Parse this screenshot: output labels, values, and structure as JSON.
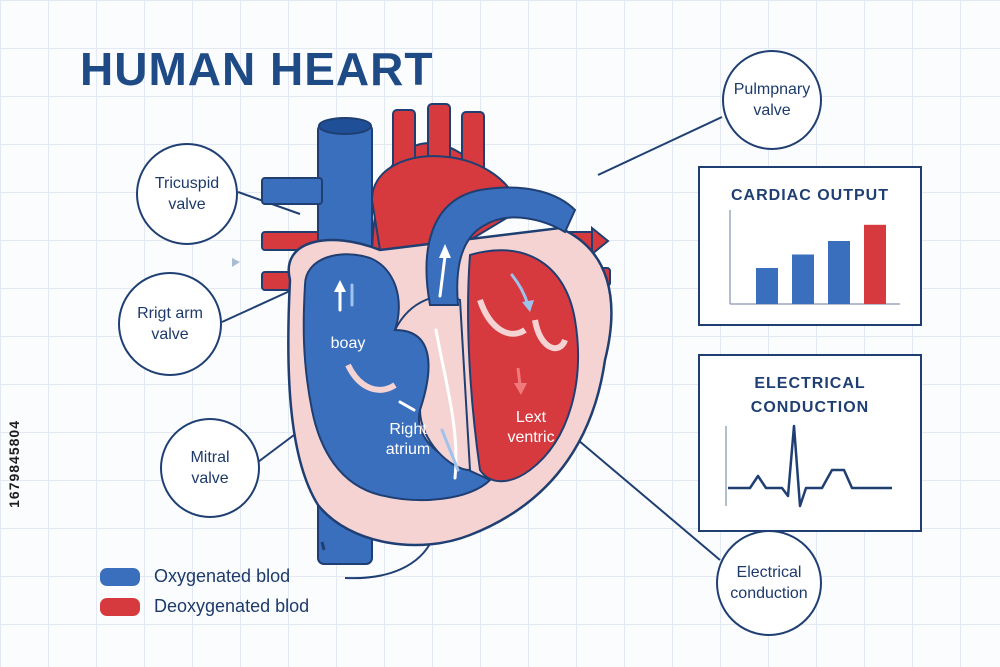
{
  "title": "HUMAN HEART",
  "callouts": {
    "tricuspid": "Tricuspid\nvalve",
    "right_arm": "Rrigt arm\nvalve",
    "mitral": "Mitral\nvalve",
    "pulmonary": "Pulmpnary\nvalve",
    "electrical": "Electrical\nconduction"
  },
  "heart_labels": {
    "body": "boay",
    "right_atrium": "Right\natrium",
    "left_ventricle": "Lext\nventric"
  },
  "cardiac_output": {
    "title": "CARDIAC OUTPUT",
    "chart_data": {
      "type": "bar",
      "categories": [
        "",
        "",
        "",
        ""
      ],
      "values": [
        40,
        55,
        70,
        88
      ],
      "colors": [
        "#3a6fbd",
        "#3a6fbd",
        "#3a6fbd",
        "#d63a3f"
      ],
      "title": "CARDIAC OUTPUT",
      "xlabel": "",
      "ylabel": "",
      "ylim": [
        0,
        100
      ]
    }
  },
  "electrical_conduction": {
    "title": "ELECTRICAL\nCONDUCTION"
  },
  "legend": [
    {
      "label": "Oxygenated blod",
      "color": "#3a6fbd"
    },
    {
      "label": "Deoxygenated blod",
      "color": "#d63a3f"
    }
  ],
  "colors": {
    "blue": "#3a6fbd",
    "red": "#d63a3f",
    "pink": "#f6d3d3",
    "outline": "#1f3f73"
  },
  "watermark": "1679845804"
}
